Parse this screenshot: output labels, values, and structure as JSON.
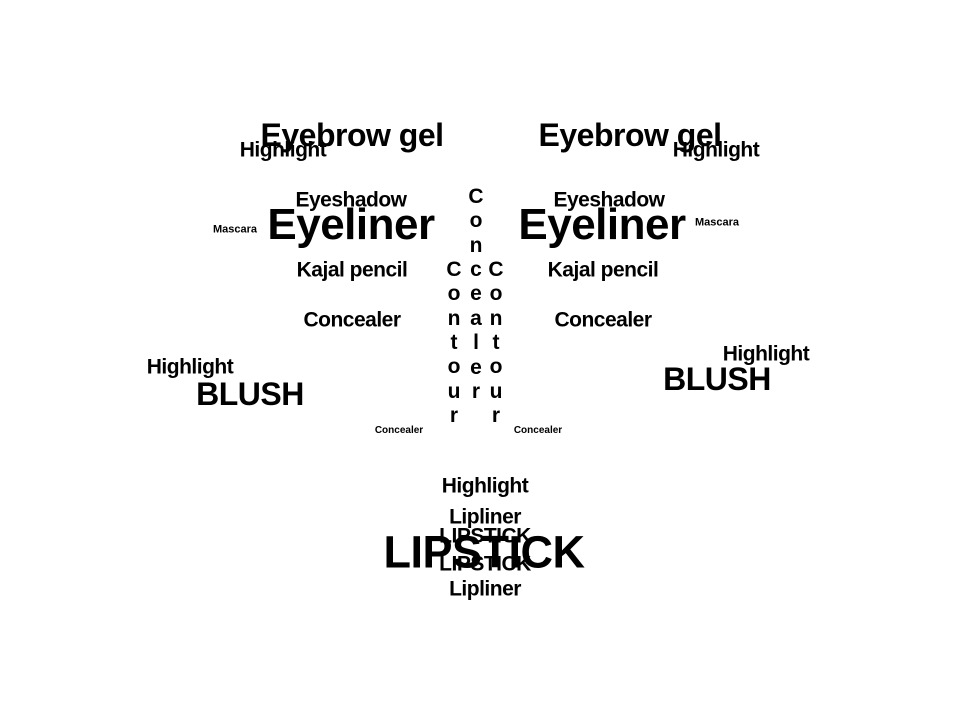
{
  "words": {
    "eyebrow_left": "Eyebrow gel",
    "eyebrow_right": "Eyebrow gel",
    "highlight_brow_left": "Highlight",
    "highlight_brow_right": "Highlight",
    "eyeshadow_left": "Eyeshadow",
    "eyeshadow_right": "Eyeshadow",
    "eyeliner_left": "Eyeliner",
    "eyeliner_right": "Eyeliner",
    "mascara_left": "Mascara",
    "mascara_right": "Mascara",
    "kajal_left": "Kajal pencil",
    "kajal_right": "Kajal pencil",
    "concealer_left": "Concealer",
    "concealer_right": "Concealer",
    "highlight_cheek_left": "Highlight",
    "highlight_cheek_right": "Highlight",
    "blush_left": "BLUSH",
    "blush_right": "BLUSH",
    "concealer_small_left": "Concealer",
    "concealer_small_right": "Concealer",
    "highlight_lip": "Highlight",
    "lipliner_top": "Lipliner",
    "lipstick_small_top": "LIPSTICK",
    "lipstick_big": "LIPSTICK",
    "lipstick_small_bottom": "LIPSTICK",
    "lipliner_bottom": "Lipliner"
  },
  "vertical_words": {
    "contour_left": [
      "C",
      "o",
      "n",
      "t",
      "o",
      "u",
      "r"
    ],
    "concealer_center": [
      "C",
      "o",
      "n",
      "c",
      "e",
      "a",
      "l",
      "e",
      "r"
    ],
    "contour_right": [
      "C",
      "o",
      "n",
      "t",
      "o",
      "u",
      "r"
    ]
  }
}
